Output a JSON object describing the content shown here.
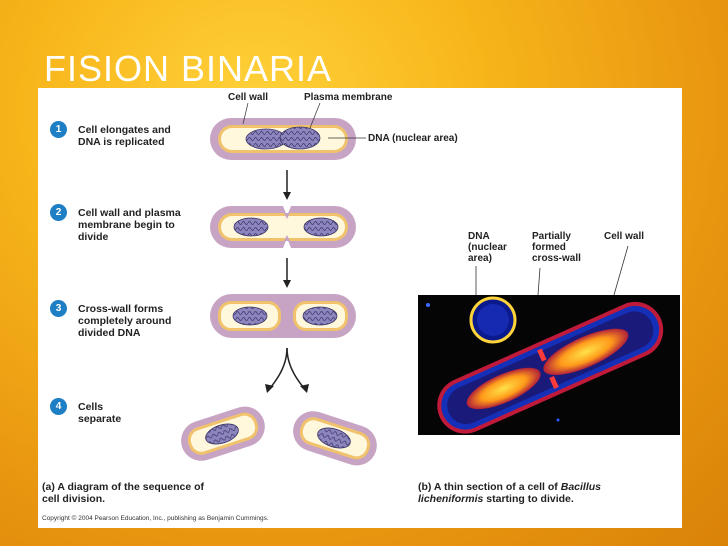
{
  "slide": {
    "title": "FISION BINARIA"
  },
  "labels": {
    "cell_wall": "Cell wall",
    "plasma_membrane": "Plasma membrane",
    "dna_nuclear": "DNA (nuclear area)"
  },
  "steps": [
    {
      "num": "1",
      "text": "Cell elongates and DNA is replicated"
    },
    {
      "num": "2",
      "text": "Cell wall and plasma membrane begin to divide"
    },
    {
      "num": "3",
      "text": "Cross-wall forms completely around divided DNA"
    },
    {
      "num": "4",
      "text": "Cells separate"
    }
  ],
  "micro_labels": {
    "dna": "DNA (nuclear area)",
    "cross_wall": "Partially formed cross-wall",
    "cell_wall": "Cell wall"
  },
  "captions": {
    "a": "(a) A diagram of the sequence of cell division.",
    "b_prefix": "(b) A thin section of a cell of ",
    "b_species": "Bacillus licheniformis",
    "b_suffix": " starting to divide."
  },
  "copyright": "Copyright © 2004 Pearson Education, Inc., publishing as Benjamin Cummings.",
  "colors": {
    "cell_wall": "#c8a4c4",
    "membrane": "#f0c26c",
    "cytoplasm": "#fff8dc",
    "dna": "#8c85be",
    "step_badge": "#1e7fc4"
  }
}
